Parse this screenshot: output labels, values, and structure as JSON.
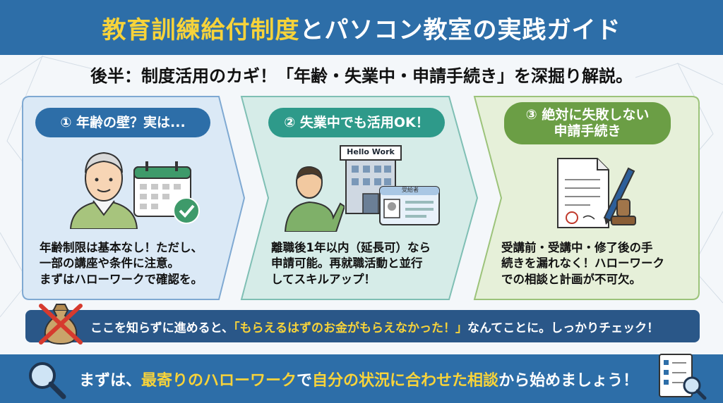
{
  "title": {
    "part1": "教育訓練給付制度",
    "part2": "とパソコン教室の実践ガイド"
  },
  "subtitle": "後半：制度活用のカギ！「年齢・失業中・申請手続き」を深掘り解説。",
  "panels": [
    {
      "heading": "① 年齢の壁？実は...",
      "lines": [
        "年齢制限は基本なし！ただし、",
        "一部の講座や条件に注意。",
        "まずはハローワークで確認を。"
      ],
      "color": "#2d6ea8",
      "icon": "senior-man-calendar-check-icon"
    },
    {
      "heading": "② 失業中でも活用OK！",
      "lines": [
        "離職後1年以内（延長可）なら",
        "申請可能。再就職活動と並行",
        "してスキルアップ！"
      ],
      "color": "#2e9a8a",
      "building_sign": "Hello Work",
      "card_label": "受給者",
      "icon": "man-pointing-building-icon"
    },
    {
      "heading_line1": "③ 絶対に失敗しない",
      "heading_line2": "申請手続き",
      "lines": [
        "受講前・受講中・修了後の手",
        "続きを漏れなく！ハローワーク",
        "での相談と計画が不可欠。"
      ],
      "color": "#6b9e45",
      "icon": "document-pen-stamp-icon"
    }
  ],
  "warning": {
    "before": "ここを知らずに進めると、",
    "highlight": "「もらえるはずのお金がもらえなかった！」",
    "after": "なんてことに。しっかりチェック！",
    "icon": "money-bag-cross-icon"
  },
  "bottom": {
    "part1": "まずは、",
    "part2": "最寄りのハローワーク",
    "part3": "で",
    "part4": "自分の状況に合わせた相談",
    "part5": "から始めましょう！",
    "left_icon": "magnifier-icon",
    "right_icon": "checklist-magnifier-icon"
  },
  "colors": {
    "title_bg": "#2d6ea8",
    "accent_yellow": "#f7d33a",
    "warn_bg": "#2a5788"
  }
}
